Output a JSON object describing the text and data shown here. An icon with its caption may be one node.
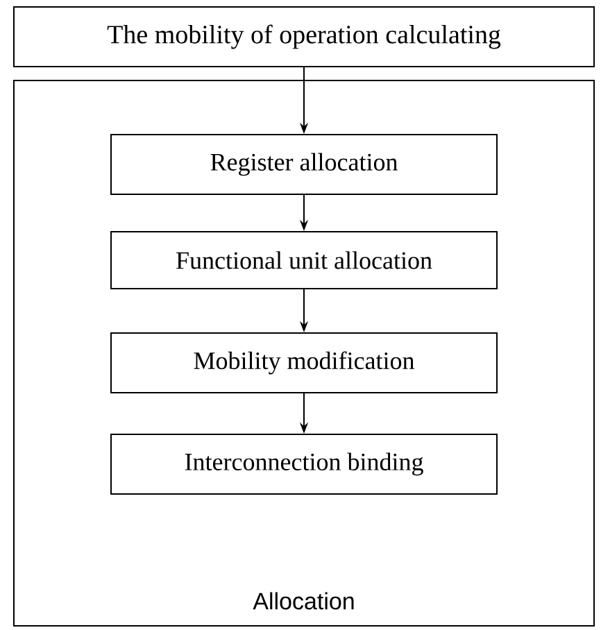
{
  "diagram": {
    "nodes": [
      {
        "text": [
          "The mobility of operation calculating"
        ]
      },
      {
        "text": [
          "Allocation"
        ]
      },
      {
        "text": [
          "Register allocation"
        ],
        "in": 1
      },
      {
        "text": [
          "Functional unit allocation"
        ],
        "in": 1
      },
      {
        "text": [
          "Mobility modification"
        ],
        "in": 1
      },
      {
        "text": [
          "Interconnection binding"
        ],
        "in": 1
      }
    ],
    "edges": [
      {
        "from": 0,
        "to": 2,
        "arrow": "to"
      },
      {
        "from": 2,
        "to": 3,
        "arrow": "to"
      },
      {
        "from": 3,
        "to": 4,
        "arrow": "to"
      },
      {
        "from": 4,
        "to": 5,
        "arrow": "to"
      }
    ]
  }
}
